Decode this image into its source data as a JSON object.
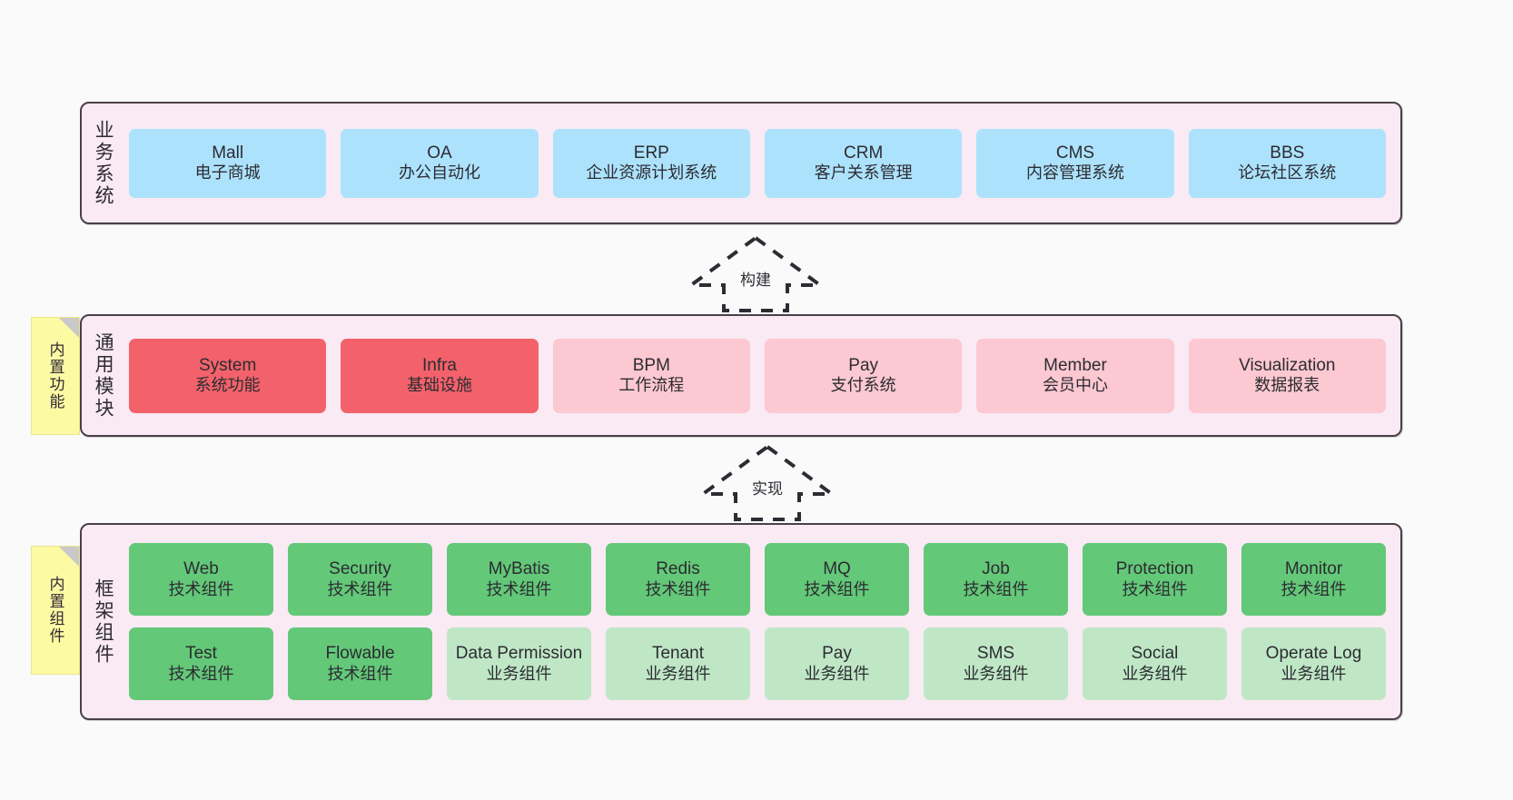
{
  "diagram": {
    "background_color": "#fafafa",
    "layer_fill": "#f9eaf4",
    "layer_border": "#4a4048"
  },
  "layers": [
    {
      "id": "business",
      "label": "业务系统",
      "rows": [
        {
          "cells": [
            {
              "title": "Mall",
              "subtitle": "电子商城",
              "color": "#ade2fc"
            },
            {
              "title": "OA",
              "subtitle": "办公自动化",
              "color": "#ade2fc"
            },
            {
              "title": "ERP",
              "subtitle": "企业资源计划系统",
              "color": "#ade2fc"
            },
            {
              "title": "CRM",
              "subtitle": "客户关系管理",
              "color": "#ade2fc"
            },
            {
              "title": "CMS",
              "subtitle": "内容管理系统",
              "color": "#ade2fc"
            },
            {
              "title": "BBS",
              "subtitle": "论坛社区系统",
              "color": "#ade2fc"
            }
          ]
        }
      ]
    },
    {
      "id": "common",
      "label": "通用模块",
      "note": "内置功能",
      "rows": [
        {
          "cells": [
            {
              "title": "System",
              "subtitle": "系统功能",
              "color": "#f3626b"
            },
            {
              "title": "Infra",
              "subtitle": "基础设施",
              "color": "#f3626b"
            },
            {
              "title": "BPM",
              "subtitle": "工作流程",
              "color": "#fcc8d1"
            },
            {
              "title": "Pay",
              "subtitle": "支付系统",
              "color": "#fcc8d1"
            },
            {
              "title": "Member",
              "subtitle": "会员中心",
              "color": "#fcc8d1"
            },
            {
              "title": "Visualization",
              "subtitle": "数据报表",
              "color": "#fcc8d1"
            }
          ]
        }
      ]
    },
    {
      "id": "framework",
      "label": "框架组件",
      "note": "内置组件",
      "rows": [
        {
          "cells": [
            {
              "title": "Web",
              "subtitle": "技术组件",
              "color": "#63c878"
            },
            {
              "title": "Security",
              "subtitle": "技术组件",
              "color": "#63c878"
            },
            {
              "title": "MyBatis",
              "subtitle": "技术组件",
              "color": "#63c878"
            },
            {
              "title": "Redis",
              "subtitle": "技术组件",
              "color": "#63c878"
            },
            {
              "title": "MQ",
              "subtitle": "技术组件",
              "color": "#63c878"
            },
            {
              "title": "Job",
              "subtitle": "技术组件",
              "color": "#63c878"
            },
            {
              "title": "Protection",
              "subtitle": "技术组件",
              "color": "#63c878"
            },
            {
              "title": "Monitor",
              "subtitle": "技术组件",
              "color": "#63c878"
            }
          ]
        },
        {
          "cells": [
            {
              "title": "Test",
              "subtitle": "技术组件",
              "color": "#63c878"
            },
            {
              "title": "Flowable",
              "subtitle": "技术组件",
              "color": "#63c878"
            },
            {
              "title": "Data Permission",
              "subtitle": "业务组件",
              "color": "#bfe7c6"
            },
            {
              "title": "Tenant",
              "subtitle": "业务组件",
              "color": "#bfe7c6"
            },
            {
              "title": "Pay",
              "subtitle": "业务组件",
              "color": "#bfe7c6"
            },
            {
              "title": "SMS",
              "subtitle": "业务组件",
              "color": "#bfe7c6"
            },
            {
              "title": "Social",
              "subtitle": "业务组件",
              "color": "#bfe7c6"
            },
            {
              "title": "Operate Log",
              "subtitle": "业务组件",
              "color": "#bfe7c6"
            }
          ]
        }
      ]
    }
  ],
  "arrows": [
    {
      "id": "build",
      "label": "构建",
      "style": "dashed-hollow-up"
    },
    {
      "id": "implement",
      "label": "实现",
      "style": "dashed-hollow-up"
    }
  ]
}
